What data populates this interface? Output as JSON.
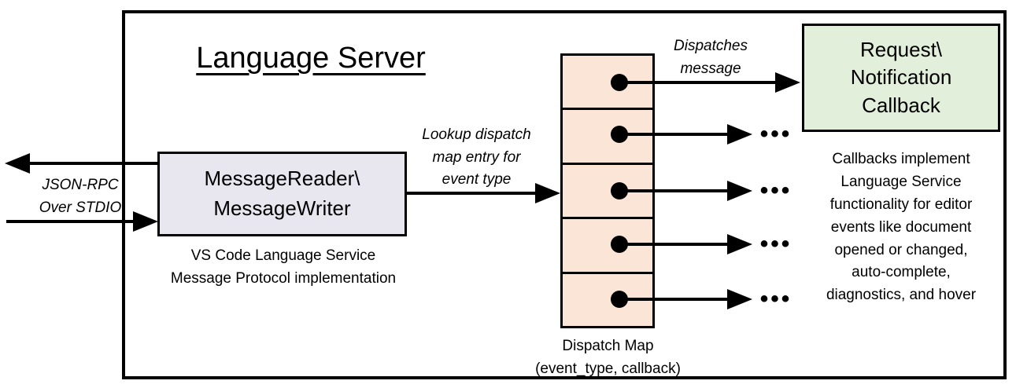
{
  "title": "Language Server",
  "left_channel": {
    "label": "JSON-RPC\nOver STDIO"
  },
  "message_handler": {
    "box_label": "MessageReader\\\nMessageWriter",
    "caption": "VS Code Language Service\nMessage Protocol implementation"
  },
  "lookup_label": "Lookup dispatch\nmap entry for\nevent type",
  "dispatch_map": {
    "caption": "Dispatch Map\n(event_type, callback)",
    "cell_count": 5
  },
  "dispatches_label": "Dispatches\nmessage",
  "callback_box": {
    "label": "Request\\\nNotification\nCallback"
  },
  "callbacks_note": "Callbacks implement\nLanguage Service\nfunctionality for editor\nevents like document\nopened or changed,\nauto-complete,\ndiagnostics, and hover",
  "ellipsis": "•••",
  "colors": {
    "message_handler_fill": "#e8e6ef",
    "dispatch_map_fill": "#fbe5d6",
    "callback_fill": "#e2efda",
    "line": "#000000",
    "background": "#ffffff"
  }
}
